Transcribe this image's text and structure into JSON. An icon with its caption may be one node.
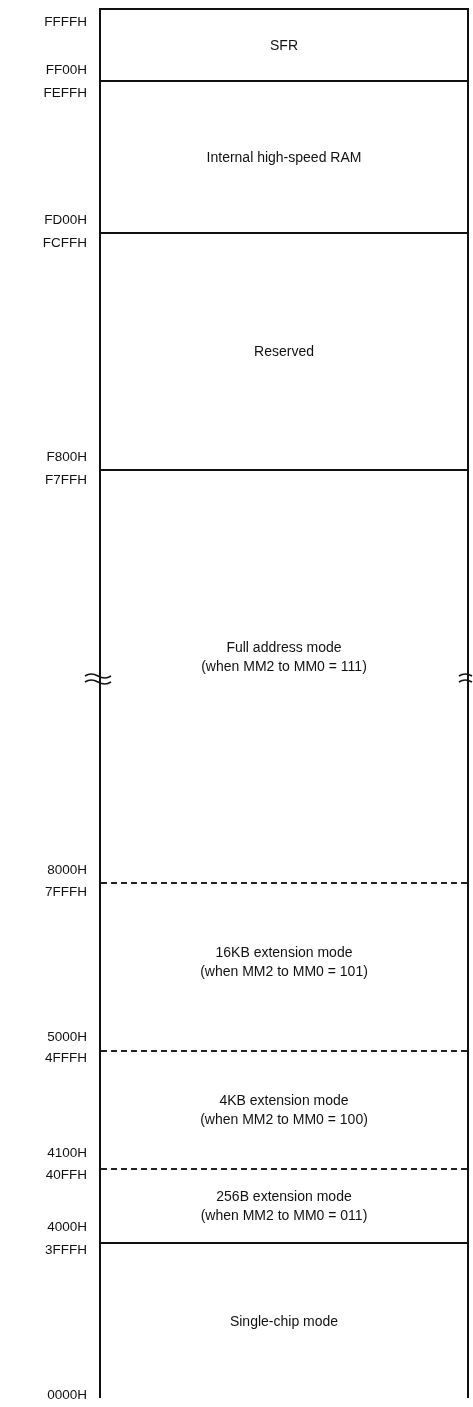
{
  "diagram": {
    "nodes": [
      {
        "text": [
          "SFR"
        ]
      },
      {
        "text": [
          "Internal high-speed RAM"
        ]
      },
      {
        "text": [
          "Reserved"
        ]
      },
      {
        "text": [
          "Full address mode",
          "(when MM2 to MM0 = 111)"
        ]
      },
      {
        "text": [
          "16KB extension mode",
          "(when MM2 to MM0 = 101)"
        ]
      },
      {
        "text": [
          "4KB extension mode",
          "(when MM2 to MM0 = 100)"
        ]
      },
      {
        "text": [
          "256B extension mode",
          "(when MM2 to MM0 = 011)"
        ]
      },
      {
        "text": [
          "Single-chip mode"
        ]
      }
    ],
    "labels": [
      "FFFFH",
      "FF00H",
      "FEFFH",
      "FD00H",
      "FCFFH",
      "F800H",
      "F7FFH",
      "8000H",
      "7FFFH",
      "5000H",
      "4FFFH",
      "4100H",
      "40FFH",
      "4000H",
      "3FFFH",
      "0000H"
    ]
  }
}
